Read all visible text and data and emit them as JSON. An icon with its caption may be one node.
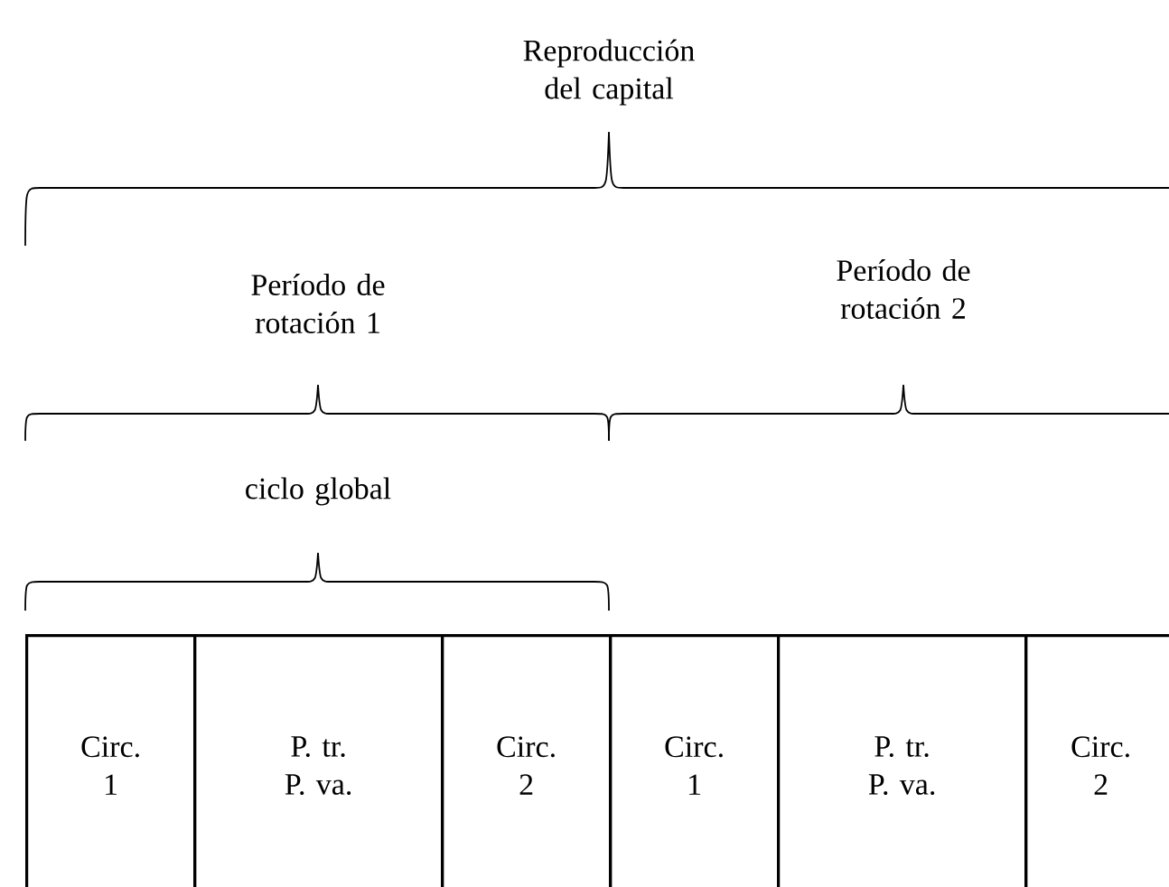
{
  "diagram": {
    "nodes": [
      {
        "text": [
          "Circ. 1"
        ]
      },
      {
        "text": [
          "P. tr. P. va."
        ]
      },
      {
        "text": [
          "Circ. 2"
        ]
      },
      {
        "text": [
          "Circ. 1"
        ]
      },
      {
        "text": [
          "P. tr. P. va."
        ]
      },
      {
        "text": [
          "Circ. 2"
        ]
      }
    ],
    "labels": [
      "Reproducción del capital",
      "Período de rotación 1",
      "Período de rotación 2",
      "ciclo global"
    ]
  }
}
